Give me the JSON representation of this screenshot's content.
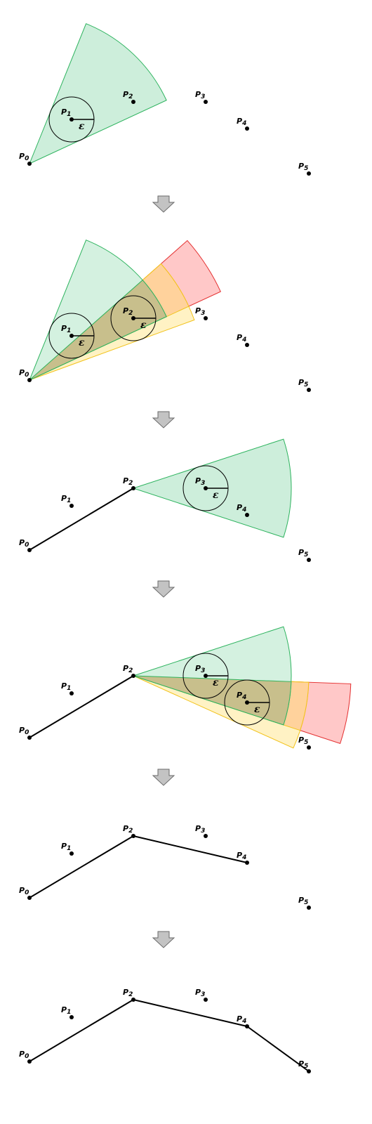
{
  "labels": {
    "P0": {
      "base": "P",
      "sub": "0"
    },
    "P1": {
      "base": "P",
      "sub": "1"
    },
    "P2": {
      "base": "P",
      "sub": "2"
    },
    "P3": {
      "base": "P",
      "sub": "3"
    },
    "P4": {
      "base": "P",
      "sub": "4"
    },
    "P5": {
      "base": "P",
      "sub": "5"
    },
    "epsilon": "ε"
  },
  "colors": {
    "green_fill": "#cdeedb",
    "green_stroke": "#2db35e",
    "yellow_fill": "#fff2c4",
    "yellow_stroke": "#f2c21a",
    "red_fill": "#ffc8c8",
    "red_stroke": "#e43030",
    "olive_fill": "#c8bf8c",
    "orange_fill": "#ffd29c",
    "arrow_fill": "#c3c3c3",
    "arrow_stroke": "#6a6a6a",
    "line": "#000000"
  },
  "steps": [
    {
      "name": "step-1",
      "path": [],
      "anchor": "P0",
      "circles": [
        "P1"
      ],
      "wedges": [
        "green"
      ]
    },
    {
      "name": "step-2",
      "path": [],
      "anchor": "P0",
      "circles": [
        "P1",
        "P2"
      ],
      "wedges": [
        "green",
        "yellow",
        "red"
      ]
    },
    {
      "name": "step-3",
      "path": [
        "P0",
        "P2"
      ],
      "anchor": "P2",
      "circles": [
        "P3"
      ],
      "wedges": [
        "green"
      ]
    },
    {
      "name": "step-4",
      "path": [
        "P0",
        "P2"
      ],
      "anchor": "P2",
      "circles": [
        "P3",
        "P4"
      ],
      "wedges": [
        "green",
        "yellow",
        "red"
      ]
    },
    {
      "name": "step-5",
      "path": [
        "P0",
        "P2",
        "P4"
      ],
      "anchor": null,
      "circles": [],
      "wedges": []
    },
    {
      "name": "step-6",
      "path": [
        "P0",
        "P2",
        "P4",
        "P5"
      ],
      "anchor": null,
      "circles": [],
      "wedges": []
    }
  ]
}
